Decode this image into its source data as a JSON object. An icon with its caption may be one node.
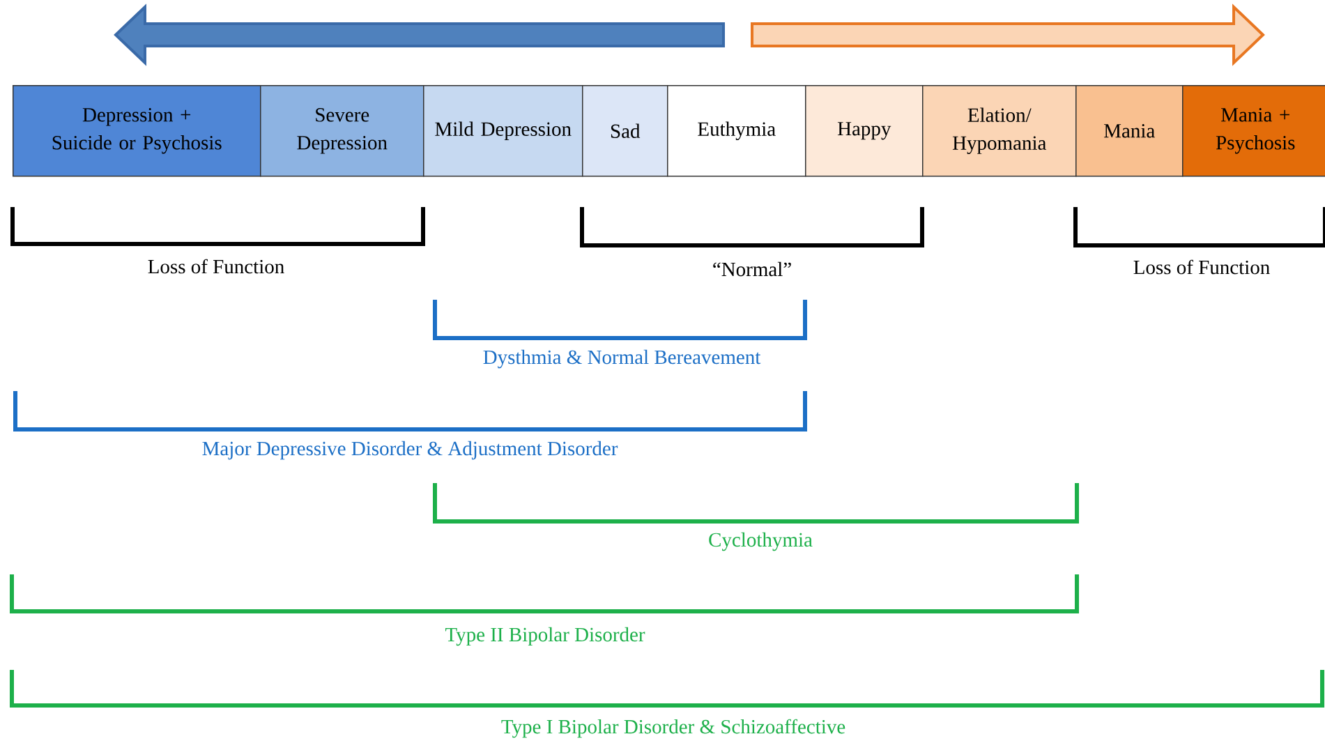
{
  "diagram": {
    "nodes": [
      {
        "text": [
          "Depression + Suicide or Psychosis"
        ]
      },
      {
        "text": [
          "Severe Depression"
        ]
      },
      {
        "text": [
          "Mild Depression"
        ]
      },
      {
        "text": [
          "Sad"
        ]
      },
      {
        "text": [
          "Euthymia"
        ]
      },
      {
        "text": [
          "Happy"
        ]
      },
      {
        "text": [
          "Elation/ Hypomania"
        ]
      },
      {
        "text": [
          "Mania"
        ]
      },
      {
        "text": [
          "Mania + Psychosis"
        ]
      }
    ],
    "labels": [
      "Loss of Function",
      "“Normal”",
      "Loss of Function",
      "Dysthmia & Normal Bereavement",
      "Major Depressive Disorder & Adjustment Disorder",
      "Cyclothymia",
      "Type II Bipolar Disorder",
      "Type I Bipolar Disorder & Schizoaffective"
    ]
  }
}
